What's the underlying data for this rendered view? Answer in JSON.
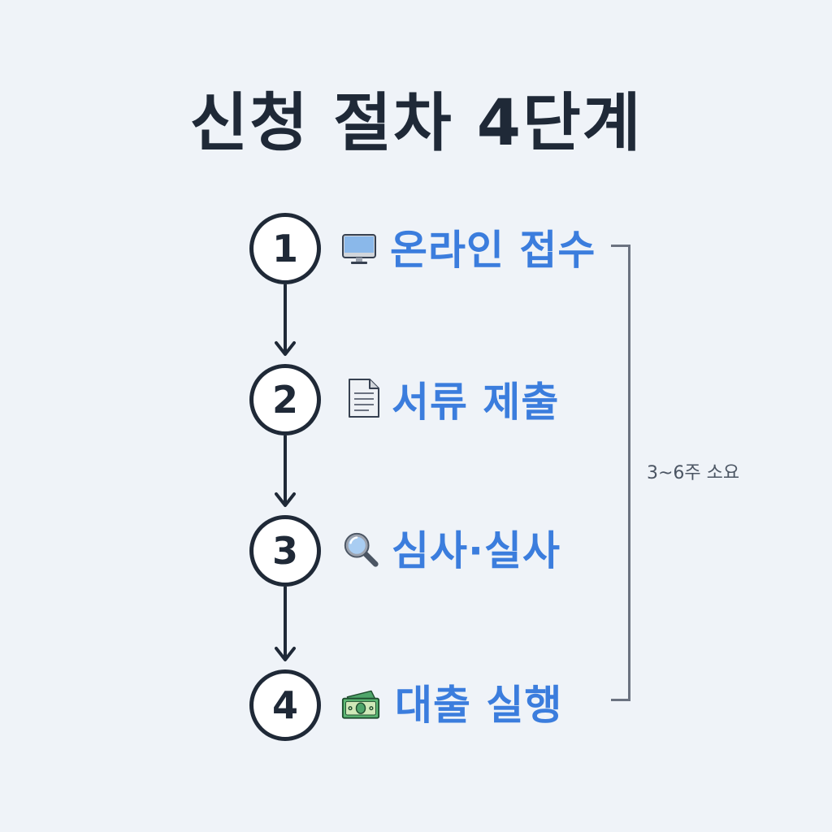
{
  "title": "신청 절차 4단계",
  "steps": [
    {
      "number": "1",
      "icon": "computer-monitor-icon",
      "label": "온라인 접수"
    },
    {
      "number": "2",
      "icon": "document-icon",
      "label": "서류 제출"
    },
    {
      "number": "3",
      "icon": "magnifying-glass-icon",
      "label": "심사·실사"
    },
    {
      "number": "4",
      "icon": "money-bill-icon",
      "label": "대출 실행"
    }
  ],
  "duration": {
    "label": "3~6주 소요"
  },
  "colors": {
    "background": "#eff3f8",
    "title": "#1f2937",
    "step_label": "#3b7ddd",
    "circle_border": "#1f2937",
    "bracket": "#6b7280",
    "duration_text": "#4b5563"
  }
}
